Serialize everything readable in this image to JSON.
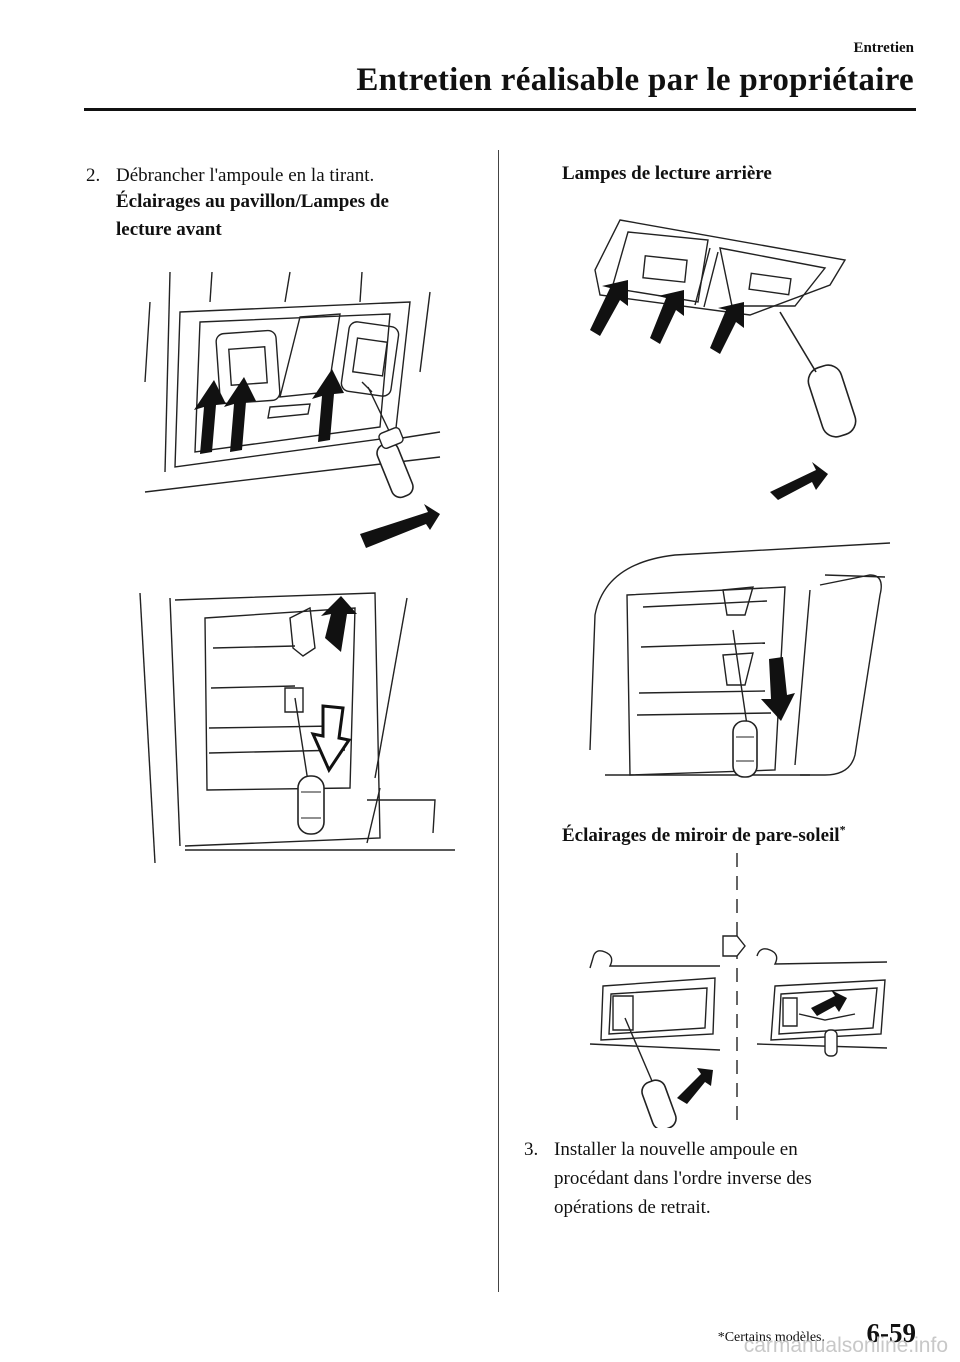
{
  "header": {
    "section": "Entretien",
    "title": "Entretien réalisable par le propriétaire"
  },
  "left": {
    "step2": {
      "number": "2.",
      "text": "Débrancher l'ampoule en la tirant."
    },
    "subheading": {
      "line1": "Éclairages au pavillon/Lampes de",
      "line2": "lecture avant"
    }
  },
  "right": {
    "heading_rear": "Lampes de lecture arrière",
    "heading_mirror": "Éclairages de miroir de pare-soleil",
    "heading_mirror_mark": "*",
    "step3": {
      "number": "3.",
      "line1": "Installer la nouvelle ampoule en",
      "line2": "procédant dans l'ordre inverse des",
      "line3": "opérations de retrait."
    }
  },
  "footer": {
    "footnote": "*Certains modèles.",
    "page_number": "6-59",
    "watermark": "carmanualsonline.info"
  },
  "icons": {
    "arrow_color": "#111111",
    "line_color": "#222222"
  }
}
